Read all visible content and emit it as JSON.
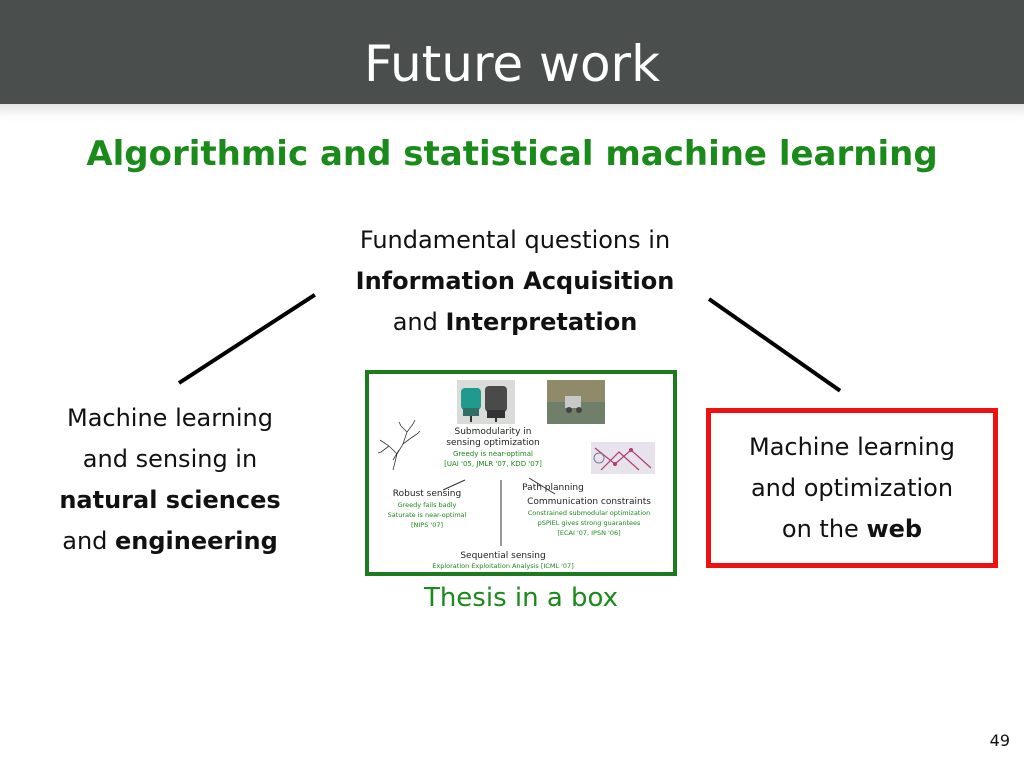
{
  "slide": {
    "title": "Future work",
    "subtitle": "Algorithmic and statistical machine learning",
    "page_number": "49"
  },
  "center": {
    "line1": "Fundamental questions in",
    "line2": "Information Acquisition",
    "line3_plain": "and ",
    "line3_bold": "Interpretation"
  },
  "left": {
    "line1": "Machine learning",
    "line2": "and sensing in",
    "line3_bold": "natural sciences",
    "line4_plain": "and ",
    "line4_bold": "engineering"
  },
  "right": {
    "line1": "Machine learning",
    "line2": "and optimization",
    "line3_plain": "on the ",
    "line3_bold": "web"
  },
  "thesis_box": {
    "caption": "Thesis in a box",
    "submod_title_1": "Submodularity in",
    "submod_title_2": "sensing optimization",
    "submod_sub": "Greedy is near-optimal",
    "submod_refs": "[UAI '05, JMLR '07, KDD '07]",
    "robust_title": "Robust sensing",
    "robust_sub1": "Greedy fails badly",
    "robust_sub2": "Saturate is near-optimal",
    "robust_refs": "[NIPS '07]",
    "path_title": "Path planning",
    "comm_title": "Communication constraints",
    "comm_sub1": "Constrained submodular optimization",
    "comm_sub2": "pSPIEL gives strong guarantees",
    "comm_refs": "[ECAI '07, IPSN '06]",
    "seq_title": "Sequential sensing",
    "seq_sub": "Exploration Exploitation Analysis [ICML '07]"
  },
  "colors": {
    "title_bar": "#4a4f4d",
    "green": "#1a8a1a",
    "box_border": "#1e7a1e",
    "red_border": "#ee1111"
  }
}
